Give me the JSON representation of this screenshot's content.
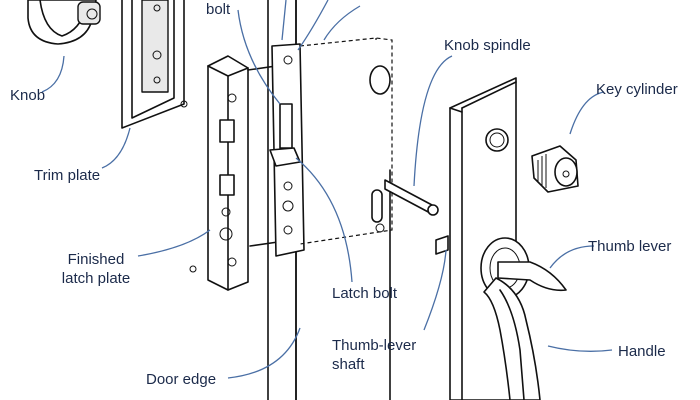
{
  "labels": {
    "bolt": "bolt",
    "knob": "Knob",
    "knob_spindle": "Knob spindle",
    "key_cylinder": "Key cylinder",
    "trim_plate": "Trim plate",
    "finished_latch_plate_line1": "Finished",
    "finished_latch_plate_line2": "latch plate",
    "latch_bolt": "Latch bolt",
    "thumb_lever": "Thumb lever",
    "thumb_lever_shaft_line1": "Thumb-lever",
    "thumb_lever_shaft_line2": "shaft",
    "handle": "Handle",
    "door_edge": "Door edge"
  },
  "colors": {
    "label_text": "#1b2a4a",
    "leader_line": "#4a6fa5",
    "line_art": "#111111"
  }
}
